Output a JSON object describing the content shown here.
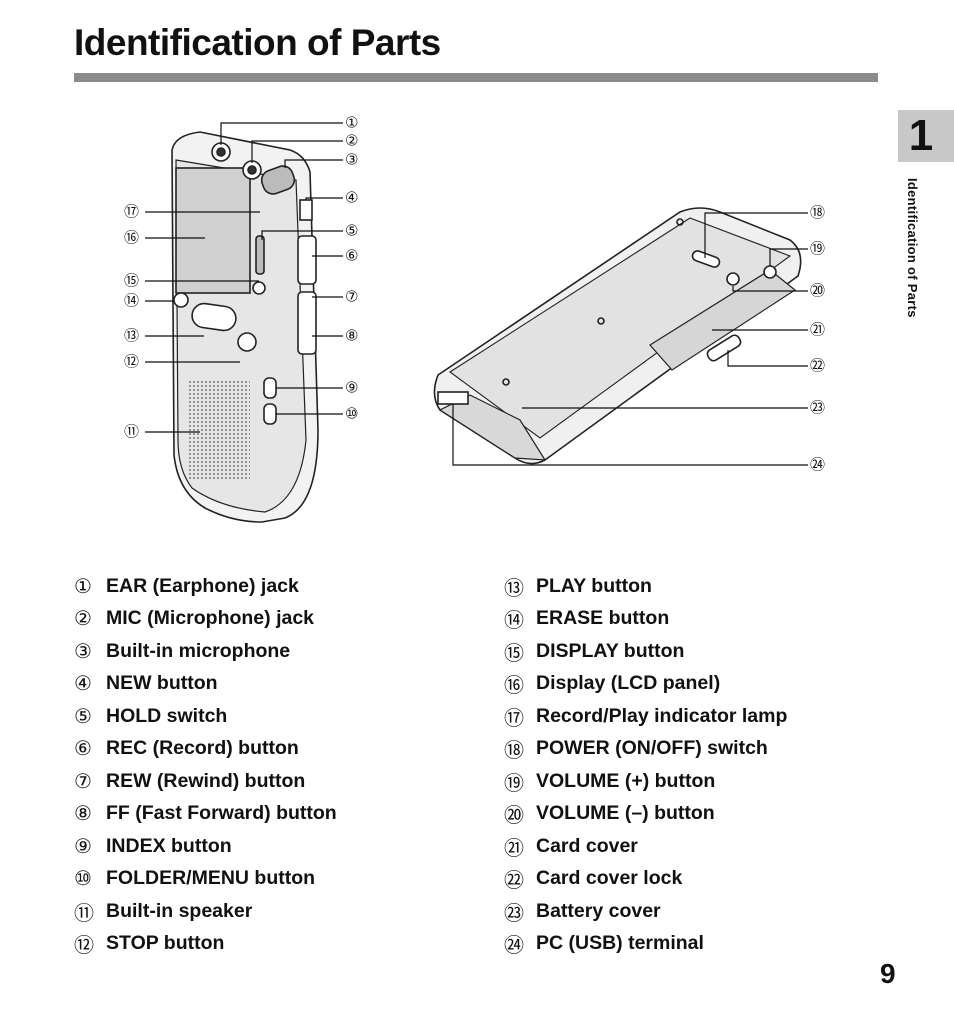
{
  "title": "Identification of Parts",
  "chapter_number": "1",
  "side_label": "Identification of Parts",
  "page_number": "9",
  "callout_numbers": [
    "①",
    "②",
    "③",
    "④",
    "⑤",
    "⑥",
    "⑦",
    "⑧",
    "⑨",
    "⑩",
    "⑪",
    "⑫",
    "⑬",
    "⑭",
    "⑮",
    "⑯",
    "⑰",
    "⑱",
    "⑲",
    "⑳",
    "㉑",
    "㉒",
    "㉓",
    "㉔"
  ],
  "parts_left": [
    {
      "num": "①",
      "label": "EAR (Earphone) jack"
    },
    {
      "num": "②",
      "label": "MIC (Microphone) jack"
    },
    {
      "num": "③",
      "label": "Built-in microphone"
    },
    {
      "num": "④",
      "label": "NEW button"
    },
    {
      "num": "⑤",
      "label": "HOLD switch"
    },
    {
      "num": "⑥",
      "label": "REC (Record) button"
    },
    {
      "num": "⑦",
      "label": "REW (Rewind) button"
    },
    {
      "num": "⑧",
      "label": "FF (Fast Forward) button"
    },
    {
      "num": "⑨",
      "label": "INDEX button"
    },
    {
      "num": "⑩",
      "label": "FOLDER/MENU button"
    },
    {
      "num": "⑪",
      "label": "Built-in speaker"
    },
    {
      "num": "⑫",
      "label": "STOP button"
    }
  ],
  "parts_right": [
    {
      "num": "⑬",
      "label": "PLAY button"
    },
    {
      "num": "⑭",
      "label": "ERASE button"
    },
    {
      "num": "⑮",
      "label": "DISPLAY button"
    },
    {
      "num": "⑯",
      "label": "Display (LCD panel)"
    },
    {
      "num": "⑰",
      "label": "Record/Play indicator lamp"
    },
    {
      "num": "⑱",
      "label": "POWER (ON/OFF) switch"
    },
    {
      "num": "⑲",
      "label": "VOLUME (+) button"
    },
    {
      "num": "⑳",
      "label": "VOLUME (–) button"
    },
    {
      "num": "㉑",
      "label": "Card cover"
    },
    {
      "num": "㉒",
      "label": "Card cover lock"
    },
    {
      "num": "㉓",
      "label": "Battery cover"
    },
    {
      "num": "㉔",
      "label": "PC (USB) terminal"
    }
  ]
}
